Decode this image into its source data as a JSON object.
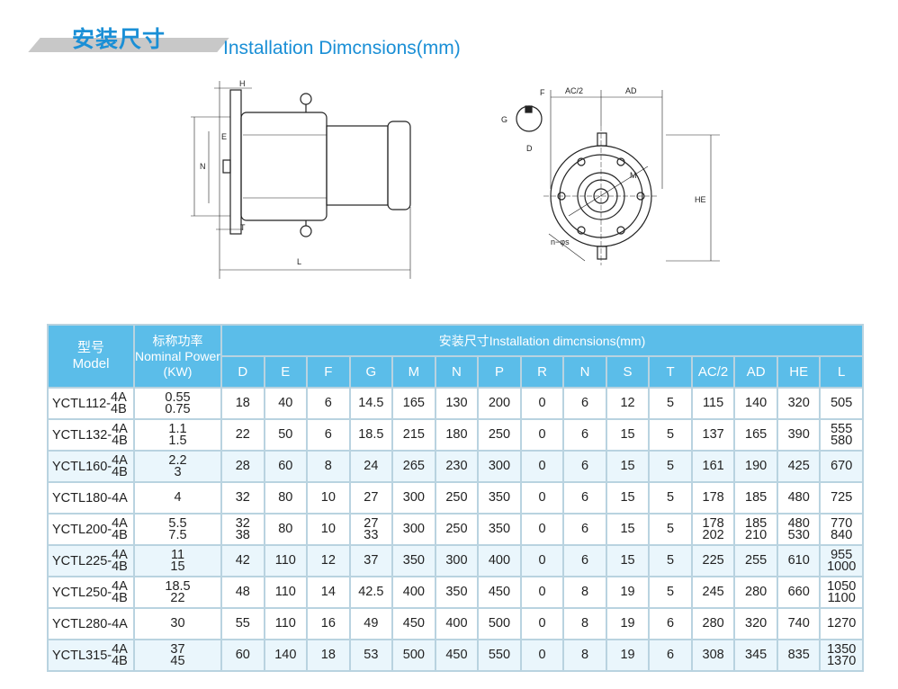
{
  "header": {
    "title_cn": "安装尺寸",
    "title_en": "Installation Dimcnsions(mm)"
  },
  "drawing": {
    "side_labels": {
      "H": "H",
      "E": "E",
      "N": "N",
      "T": "T",
      "L": "L"
    },
    "front_labels": {
      "F": "F",
      "G": "G",
      "D": "D",
      "AC2": "AC/2",
      "AD": "AD",
      "M": "M",
      "HE": "HE",
      "ns": "n−φs"
    }
  },
  "table": {
    "model_cn": "型号",
    "model_en": "Model",
    "power_cn": "标称功率",
    "power_en": "Nominal Power",
    "power_unit": "(KW)",
    "group_header": "安装尺寸Installation  dimcnsions(mm)",
    "columns": [
      "D",
      "E",
      "F",
      "G",
      "M",
      "N",
      "P",
      "R",
      "N",
      "S",
      "T",
      "AC/2",
      "AD",
      "HE",
      "L"
    ],
    "rows": [
      {
        "model": "YCTL112-",
        "variants": [
          "4A",
          "4B"
        ],
        "power": [
          "0.55",
          "0.75"
        ],
        "values": [
          [
            "18"
          ],
          [
            "40"
          ],
          [
            "6"
          ],
          [
            "14.5"
          ],
          [
            "165"
          ],
          [
            "130"
          ],
          [
            "200"
          ],
          [
            "0"
          ],
          [
            "6"
          ],
          [
            "12"
          ],
          [
            "5"
          ],
          [
            "115"
          ],
          [
            "140"
          ],
          [
            "320"
          ],
          [
            "505"
          ]
        ]
      },
      {
        "model": "YCTL132-",
        "variants": [
          "4A",
          "4B"
        ],
        "power": [
          "1.1",
          "1.5"
        ],
        "values": [
          [
            "22"
          ],
          [
            "50"
          ],
          [
            "6"
          ],
          [
            "18.5"
          ],
          [
            "215"
          ],
          [
            "180"
          ],
          [
            "250"
          ],
          [
            "0"
          ],
          [
            "6"
          ],
          [
            "15"
          ],
          [
            "5"
          ],
          [
            "137"
          ],
          [
            "165"
          ],
          [
            "390"
          ],
          [
            "555",
            "580"
          ]
        ]
      },
      {
        "model": "YCTL160-",
        "variants": [
          "4A",
          "4B"
        ],
        "power": [
          "2.2",
          "3"
        ],
        "values": [
          [
            "28"
          ],
          [
            "60"
          ],
          [
            "8"
          ],
          [
            "24"
          ],
          [
            "265"
          ],
          [
            "230"
          ],
          [
            "300"
          ],
          [
            "0"
          ],
          [
            "6"
          ],
          [
            "15"
          ],
          [
            "5"
          ],
          [
            "161"
          ],
          [
            "190"
          ],
          [
            "425"
          ],
          [
            "670"
          ]
        ]
      },
      {
        "model": "YCTL180-4A",
        "variants": [],
        "power": [
          "4"
        ],
        "values": [
          [
            "32"
          ],
          [
            "80"
          ],
          [
            "10"
          ],
          [
            "27"
          ],
          [
            "300"
          ],
          [
            "250"
          ],
          [
            "350"
          ],
          [
            "0"
          ],
          [
            "6"
          ],
          [
            "15"
          ],
          [
            "5"
          ],
          [
            "178"
          ],
          [
            "185"
          ],
          [
            "480"
          ],
          [
            "725"
          ]
        ]
      },
      {
        "model": "YCTL200-",
        "variants": [
          "4A",
          "4B"
        ],
        "power": [
          "5.5",
          "7.5"
        ],
        "values": [
          [
            "32",
            "38"
          ],
          [
            "80"
          ],
          [
            "10"
          ],
          [
            "27",
            "33"
          ],
          [
            "300"
          ],
          [
            "250"
          ],
          [
            "350"
          ],
          [
            "0"
          ],
          [
            "6"
          ],
          [
            "15"
          ],
          [
            "5"
          ],
          [
            "178",
            "202"
          ],
          [
            "185",
            "210"
          ],
          [
            "480",
            "530"
          ],
          [
            "770",
            "840"
          ]
        ]
      },
      {
        "model": "YCTL225-",
        "variants": [
          "4A",
          "4B"
        ],
        "power": [
          "11",
          "15"
        ],
        "values": [
          [
            "42"
          ],
          [
            "110"
          ],
          [
            "12"
          ],
          [
            "37"
          ],
          [
            "350"
          ],
          [
            "300"
          ],
          [
            "400"
          ],
          [
            "0"
          ],
          [
            "6"
          ],
          [
            "15"
          ],
          [
            "5"
          ],
          [
            "225"
          ],
          [
            "255"
          ],
          [
            "610"
          ],
          [
            "955",
            "1000"
          ]
        ]
      },
      {
        "model": "YCTL250-",
        "variants": [
          "4A",
          "4B"
        ],
        "power": [
          "18.5",
          "22"
        ],
        "values": [
          [
            "48"
          ],
          [
            "110"
          ],
          [
            "14"
          ],
          [
            "42.5"
          ],
          [
            "400"
          ],
          [
            "350"
          ],
          [
            "450"
          ],
          [
            "0"
          ],
          [
            "8"
          ],
          [
            "19"
          ],
          [
            "5"
          ],
          [
            "245"
          ],
          [
            "280"
          ],
          [
            "660"
          ],
          [
            "1050",
            "1100"
          ]
        ]
      },
      {
        "model": "YCTL280-4A",
        "variants": [],
        "power": [
          "30"
        ],
        "values": [
          [
            "55"
          ],
          [
            "110"
          ],
          [
            "16"
          ],
          [
            "49"
          ],
          [
            "450"
          ],
          [
            "400"
          ],
          [
            "500"
          ],
          [
            "0"
          ],
          [
            "8"
          ],
          [
            "19"
          ],
          [
            "6"
          ],
          [
            "280"
          ],
          [
            "320"
          ],
          [
            "740"
          ],
          [
            "1270"
          ]
        ]
      },
      {
        "model": "YCTL315-",
        "variants": [
          "4A",
          "4B"
        ],
        "power": [
          "37",
          "45"
        ],
        "values": [
          [
            "60"
          ],
          [
            "140"
          ],
          [
            "18"
          ],
          [
            "53"
          ],
          [
            "500"
          ],
          [
            "450"
          ],
          [
            "550"
          ],
          [
            "0"
          ],
          [
            "8"
          ],
          [
            "19"
          ],
          [
            "6"
          ],
          [
            "308"
          ],
          [
            "345"
          ],
          [
            "835"
          ],
          [
            "1350",
            "1370"
          ]
        ]
      }
    ]
  }
}
